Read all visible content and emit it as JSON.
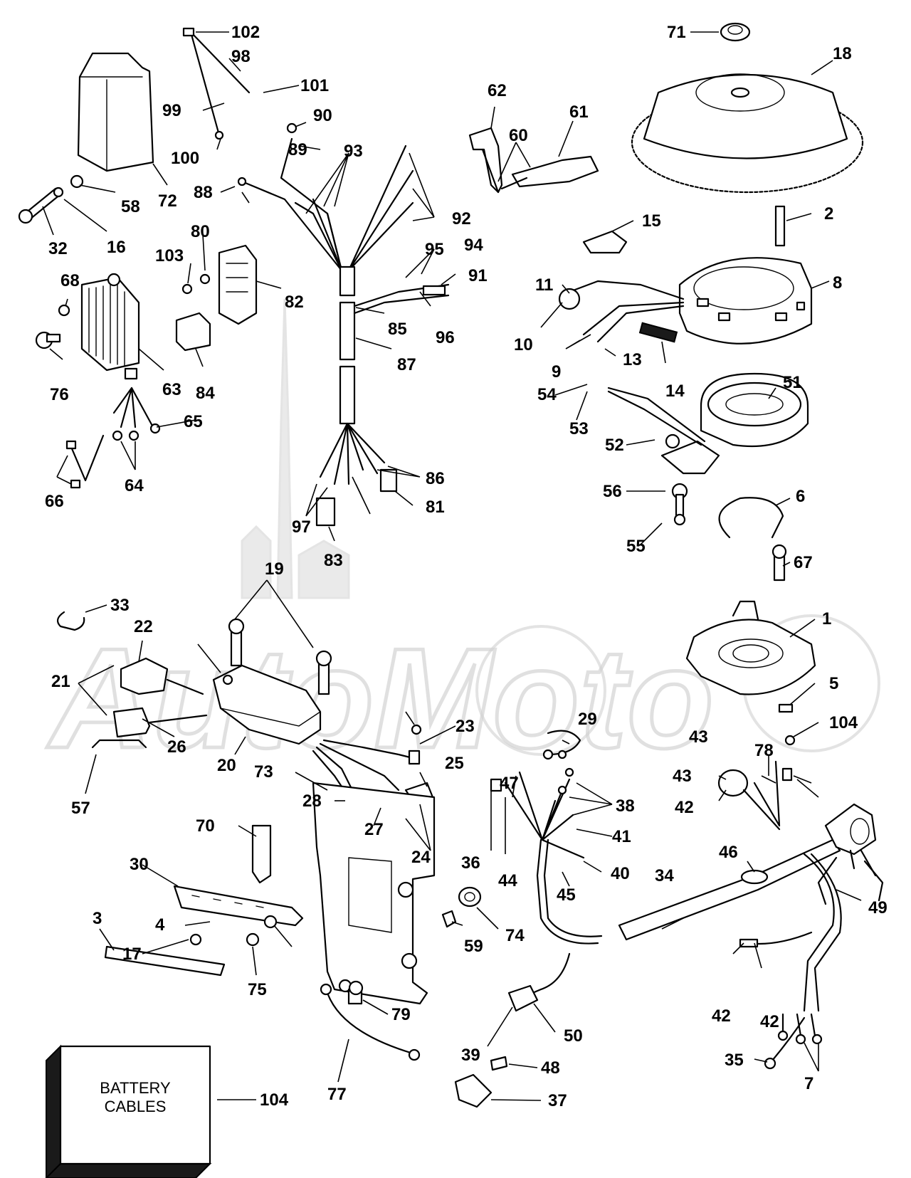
{
  "diagram": {
    "callouts": [
      "102",
      "98",
      "101",
      "99",
      "100",
      "90",
      "89",
      "93",
      "88",
      "92",
      "62",
      "60",
      "61",
      "71",
      "18",
      "72",
      "58",
      "32",
      "16",
      "80",
      "103",
      "82",
      "95",
      "94",
      "91",
      "85",
      "96",
      "87",
      "15",
      "2",
      "8",
      "11",
      "10",
      "13",
      "9",
      "14",
      "68",
      "76",
      "63",
      "84",
      "65",
      "64",
      "66",
      "86",
      "81",
      "97",
      "83",
      "54",
      "53",
      "51",
      "52",
      "56",
      "6",
      "55",
      "67",
      "19",
      "33",
      "22",
      "21",
      "26",
      "20",
      "23",
      "29",
      "57",
      "25",
      "28",
      "27",
      "24",
      "73",
      "70",
      "30",
      "3",
      "4",
      "17",
      "75",
      "79",
      "77",
      "74",
      "59",
      "47",
      "38",
      "41",
      "40",
      "45",
      "36",
      "44",
      "34",
      "46",
      "43",
      "42",
      "78",
      "49",
      "50",
      "39",
      "48",
      "37",
      "35",
      "7",
      "1",
      "5",
      "104"
    ],
    "battery_box": {
      "line1": "BATTERY",
      "line2": "CABLES",
      "callout": "104"
    },
    "watermark": "AutoMoto"
  }
}
